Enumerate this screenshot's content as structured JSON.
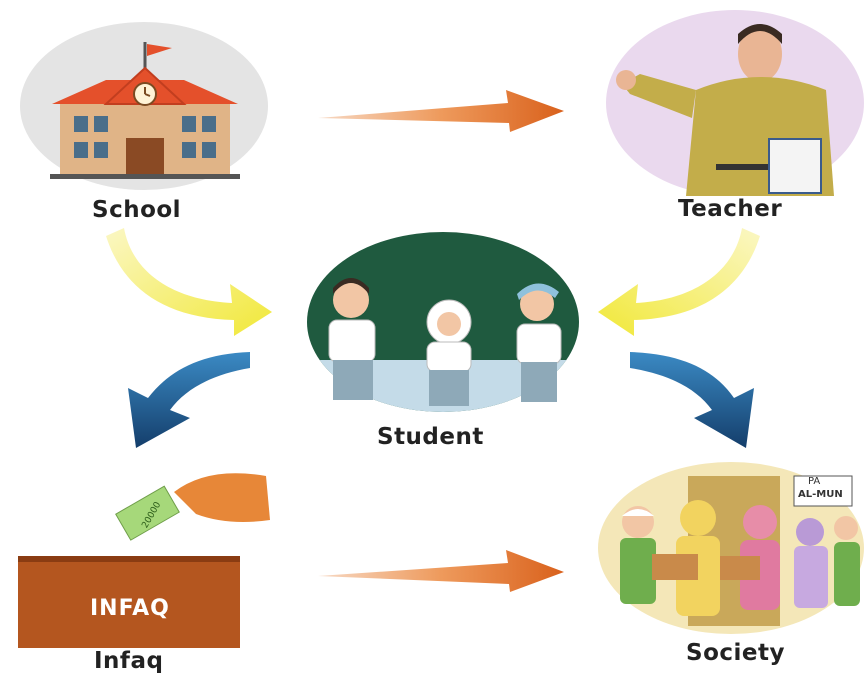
{
  "nodes": {
    "school": {
      "label": "School"
    },
    "teacher": {
      "label": "Teacher"
    },
    "student": {
      "label": "Student"
    },
    "infaq": {
      "label": "Infaq",
      "box_text": "INFAQ",
      "note_text": "20000"
    },
    "society": {
      "label": "Society",
      "sign_text": "AL-MUN",
      "sign_text_top": "PA"
    }
  },
  "colors": {
    "orange_arrow": "#e8742a",
    "yellow_arrow": "#f3ee5a",
    "blue_arrow": "#1f5f9a",
    "student_board": "#1f5a3f",
    "school_roof": "#e4502b",
    "infaq_box": "#b4561f"
  }
}
